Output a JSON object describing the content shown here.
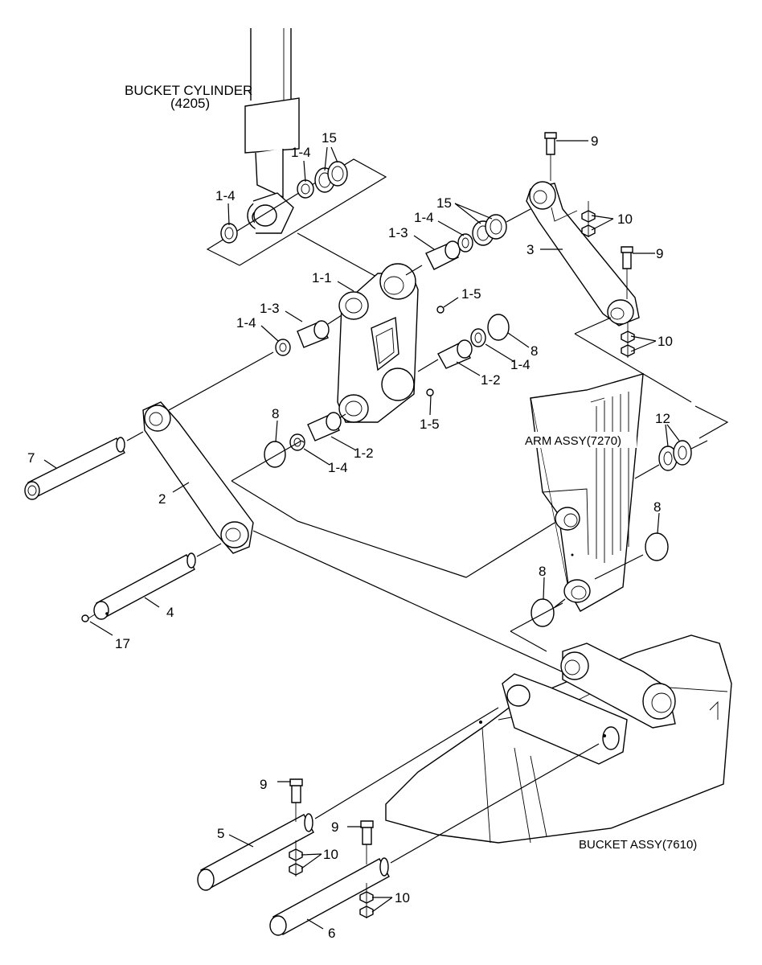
{
  "assemblies": {
    "bucket_cylinder": {
      "line1": "BUCKET CYLINDER",
      "line2": "(4205)"
    },
    "arm_assy": "ARM ASSY(7270)",
    "bucket_assy": "BUCKET ASSY(7610)"
  },
  "callouts": {
    "c15a": "15",
    "c14a": "1-4",
    "c14b": "1-4",
    "c9a": "9",
    "c10a": "10",
    "c15b": "15",
    "c14c": "1-4",
    "c13a": "1-3",
    "c3": "3",
    "c9b": "9",
    "c11": "1-1",
    "c15_1": "1-5",
    "c13b": "1-3",
    "c14d": "1-4",
    "c8a": "8",
    "c14e": "1-4",
    "c10b": "10",
    "c12a": "1-2",
    "c15_2": "1-5",
    "c8b": "8",
    "c12": "12",
    "c7": "7",
    "c12b": "1-2",
    "c14f": "1-4",
    "c2": "2",
    "c8c": "8",
    "c8d": "8",
    "c4": "4",
    "c17": "17",
    "c9c": "9",
    "c5": "5",
    "c10c": "10",
    "c9d": "9",
    "c10d": "10",
    "c6": "6"
  }
}
